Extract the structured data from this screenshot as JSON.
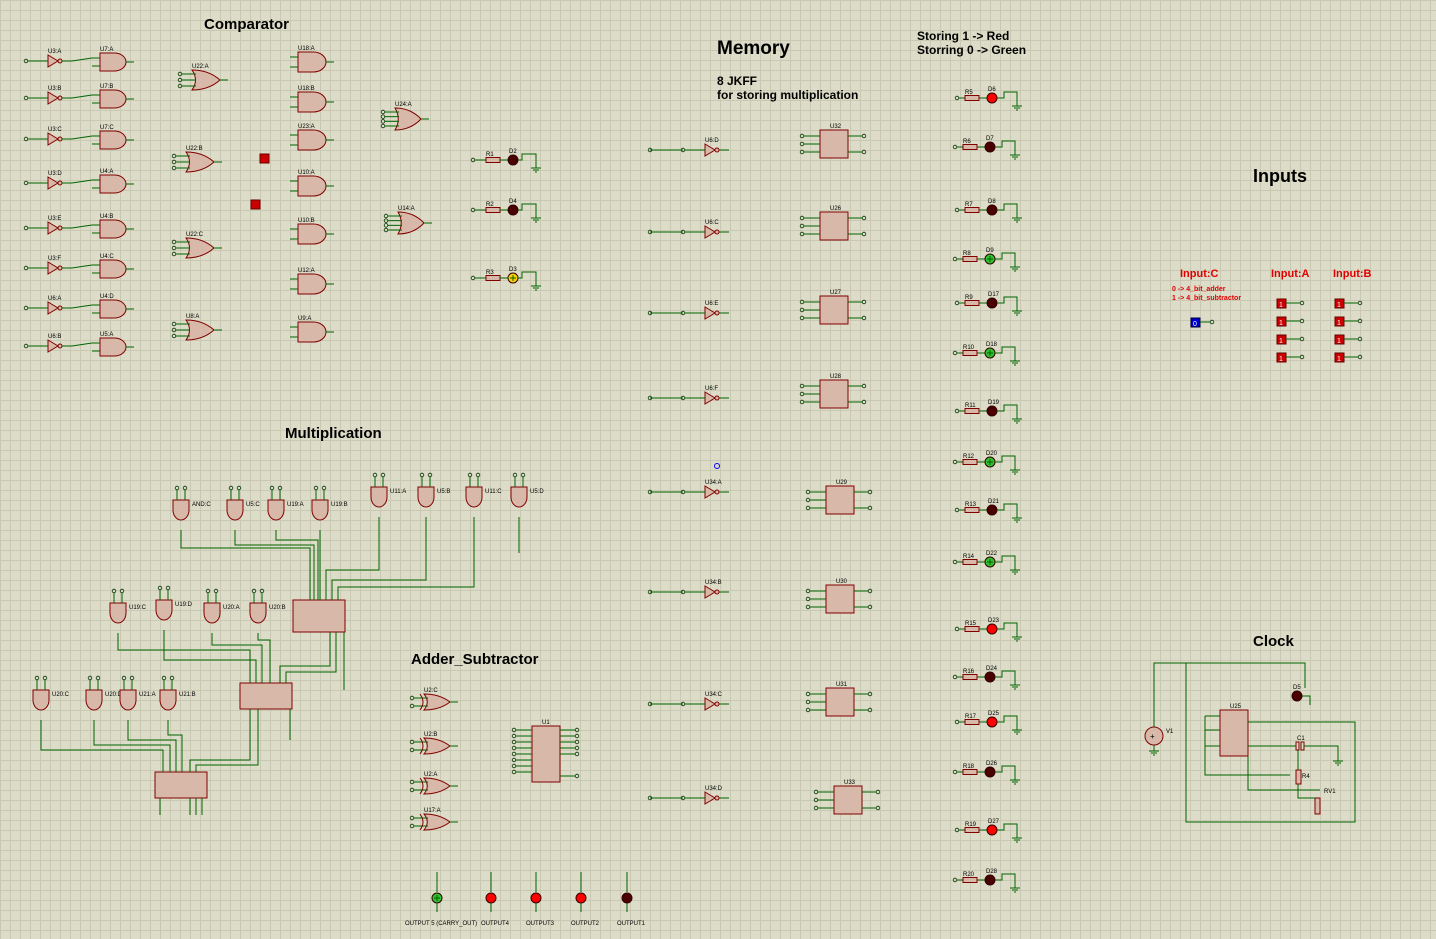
{
  "section_titles": {
    "comparator": "Comparator",
    "memory": "Memory",
    "memory_sub1": "8 JKFF",
    "memory_sub2": "for storing multiplication",
    "legend1": "Storing 1 -> Red",
    "legend2": "Storring 0 -> Green",
    "inputs": "Inputs",
    "multiplication": "Multiplication",
    "adder_subtractor": "Adder_Subtractor",
    "clock": "Clock"
  },
  "input_labels": {
    "c": "Input:C",
    "a": "Input:A",
    "b": "Input:B",
    "mode0": "0 -> 4_bit_adder",
    "mode1": "1 -> 4_bit_subtractor"
  },
  "comparator": {
    "not_gates": [
      "U3:A",
      "U3:B",
      "U3:C",
      "U3:D",
      "U3:E",
      "U3:F",
      "U6:A",
      "U6:B"
    ],
    "and_gates": [
      "U7:A",
      "U7:B",
      "U7:C",
      "U4:A",
      "U4:B",
      "U4:C",
      "U4:D",
      "U5:A"
    ],
    "or_gates": [
      "U22:A",
      "U22:B",
      "U22:C",
      "U8:A"
    ],
    "right_and_gates": [
      "U18:A",
      "U18:B",
      "U23:A",
      "U10:A",
      "U10:B",
      "U12:A",
      "U9:A"
    ],
    "big_or_gates": [
      "U24:A",
      "U14:A"
    ],
    "resistors": [
      "R1",
      "R2",
      "R3"
    ],
    "leds": [
      "D2",
      "D4",
      "D3"
    ]
  },
  "memory": {
    "inverters": [
      "U6:D",
      "U6:C",
      "U6:E",
      "U6:F",
      "U34:A",
      "U34:B",
      "U34:C",
      "U34:D"
    ],
    "flipflops": [
      "U32",
      "U26",
      "U27",
      "U28",
      "U29",
      "U30",
      "U31",
      "U33"
    ],
    "resistors": [
      "R5",
      "R6",
      "R7",
      "R8",
      "R9",
      "R10",
      "R11",
      "R12",
      "R13",
      "R14",
      "R15",
      "R16",
      "R17",
      "R18",
      "R19",
      "R20"
    ],
    "leds": [
      "D6",
      "D7",
      "D8",
      "D9",
      "D17",
      "D18",
      "D19",
      "D20",
      "D21",
      "D22",
      "D23",
      "D24",
      "D25",
      "D26",
      "D27",
      "D28"
    ],
    "led_states": [
      "red",
      "dark",
      "dark",
      "green",
      "dark",
      "green",
      "dark",
      "green",
      "dark",
      "green",
      "red",
      "dark",
      "red",
      "dark",
      "red",
      "dark"
    ]
  },
  "multiplication": {
    "top_gates": [
      "AND:C",
      "U5:C",
      "U19:A",
      "U19:B",
      "U11:A",
      "U5:B",
      "U11:C",
      "U5:D"
    ],
    "mid_gates": [
      "U19:C",
      "U19:D",
      "U20:A",
      "U20:B"
    ],
    "low_gates": [
      "U20:C",
      "U20:D",
      "U21:A",
      "U21:B"
    ]
  },
  "adder": {
    "xor_gates": [
      "U2:C",
      "U2:B",
      "U2:A",
      "U17:A"
    ],
    "chip": "U1",
    "outputs": [
      "OUTPUT 5 (CARRY_OUT)",
      "OUTPUT4",
      "OUTPUT3",
      "OUTPUT2",
      "OUTPUT1"
    ],
    "output_states": [
      "green",
      "red",
      "red",
      "red",
      "dark"
    ]
  },
  "clock": {
    "source": "V1",
    "timer": "U25",
    "led": "D5",
    "cap": "C1",
    "resistor": "R4",
    "pot": "RV1"
  },
  "colors": {
    "wire": "#006400",
    "body": "#d8b8a8",
    "outline": "#800000",
    "led_red": "#ff0000",
    "led_dark": "#4a0000",
    "led_green": "#30c030",
    "led_yellow": "#ffd000",
    "probe_red": "#cc0000",
    "probe_blue": "#0000cc"
  }
}
